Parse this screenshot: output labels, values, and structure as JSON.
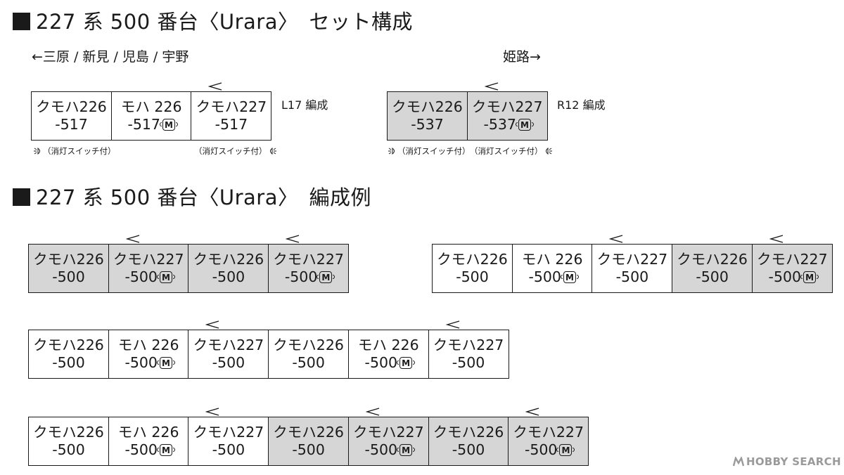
{
  "section1": {
    "title": "227 系 500 番台〈Urara〉　セット構成"
  },
  "section2": {
    "title": "227 系 500 番台〈Urara〉　編成例"
  },
  "direction": {
    "left": "←三原 / 新見 / 児島 / 宇野",
    "right": "姫路→"
  },
  "sets": [
    {
      "name": "L17 編成",
      "cars": [
        {
          "type": "クモハ226",
          "number": "-517",
          "motor": false,
          "gray": false
        },
        {
          "type": "モハ 226",
          "number": "-517",
          "motor": true,
          "gray": false
        },
        {
          "type": "クモハ227",
          "number": "-517",
          "motor": false,
          "gray": false,
          "pantograph": true
        }
      ],
      "notes": [
        "（消灯スイッチ付）",
        "（消灯スイッチ付）"
      ]
    },
    {
      "name": "R12 編成",
      "cars": [
        {
          "type": "クモハ226",
          "number": "-537",
          "motor": false,
          "gray": true
        },
        {
          "type": "クモハ227",
          "number": "-537",
          "motor": true,
          "gray": true,
          "pantograph": true
        }
      ],
      "notes": [
        "（消灯スイッチ付）",
        "（消灯スイッチ付）"
      ]
    }
  ],
  "examples": [
    {
      "cars": [
        {
          "type": "クモハ226",
          "number": "-500",
          "motor": false,
          "gray": true
        },
        {
          "type": "クモハ227",
          "number": "-500",
          "motor": true,
          "gray": true,
          "pantograph": true
        },
        {
          "type": "クモハ226",
          "number": "-500",
          "motor": false,
          "gray": true
        },
        {
          "type": "クモハ227",
          "number": "-500",
          "motor": true,
          "gray": true,
          "pantograph": true
        }
      ]
    },
    {
      "cars": [
        {
          "type": "クモハ226",
          "number": "-500",
          "motor": false,
          "gray": false
        },
        {
          "type": "モハ 226",
          "number": "-500",
          "motor": true,
          "gray": false
        },
        {
          "type": "クモハ227",
          "number": "-500",
          "motor": false,
          "gray": false,
          "pantograph": true
        },
        {
          "type": "クモハ226",
          "number": "-500",
          "motor": false,
          "gray": true
        },
        {
          "type": "クモハ227",
          "number": "-500",
          "motor": true,
          "gray": true,
          "pantograph": true
        }
      ]
    },
    {
      "cars": [
        {
          "type": "クモハ226",
          "number": "-500",
          "motor": false,
          "gray": false
        },
        {
          "type": "モハ 226",
          "number": "-500",
          "motor": true,
          "gray": false
        },
        {
          "type": "クモハ227",
          "number": "-500",
          "motor": false,
          "gray": false,
          "pantograph": true
        },
        {
          "type": "クモハ226",
          "number": "-500",
          "motor": false,
          "gray": false
        },
        {
          "type": "モハ 226",
          "number": "-500",
          "motor": true,
          "gray": false
        },
        {
          "type": "クモハ227",
          "number": "-500",
          "motor": false,
          "gray": false,
          "pantograph": true
        }
      ]
    },
    {
      "cars": [
        {
          "type": "クモハ226",
          "number": "-500",
          "motor": false,
          "gray": false
        },
        {
          "type": "モハ 226",
          "number": "-500",
          "motor": true,
          "gray": false
        },
        {
          "type": "クモハ227",
          "number": "-500",
          "motor": false,
          "gray": false,
          "pantograph": true
        },
        {
          "type": "クモハ226",
          "number": "-500",
          "motor": false,
          "gray": true
        },
        {
          "type": "クモハ227",
          "number": "-500",
          "motor": true,
          "gray": true,
          "pantograph": true
        },
        {
          "type": "クモハ226",
          "number": "-500",
          "motor": false,
          "gray": true
        },
        {
          "type": "クモハ227",
          "number": "-500",
          "motor": true,
          "gray": true,
          "pantograph": true
        }
      ]
    }
  ],
  "motor_badge": "M",
  "watermark": "HOBBY SEARCH",
  "colors": {
    "gray_car": "#d6d6d6",
    "line": "#1a1a1a"
  },
  "icons": {
    "lamp": "headlight-icon",
    "pantograph": "pantograph-icon",
    "motor": "motor-badge-icon"
  }
}
